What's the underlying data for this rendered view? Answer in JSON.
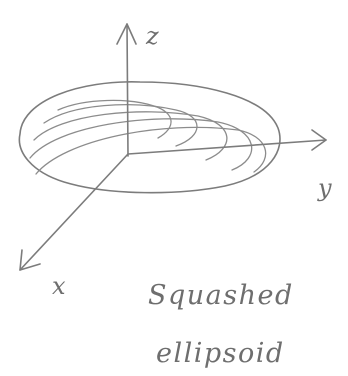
{
  "diagram": {
    "axes": {
      "z_label": "z",
      "y_label": "y",
      "x_label": "x"
    },
    "caption": {
      "line1": "Squashed",
      "line2": "ellipsoid"
    }
  }
}
